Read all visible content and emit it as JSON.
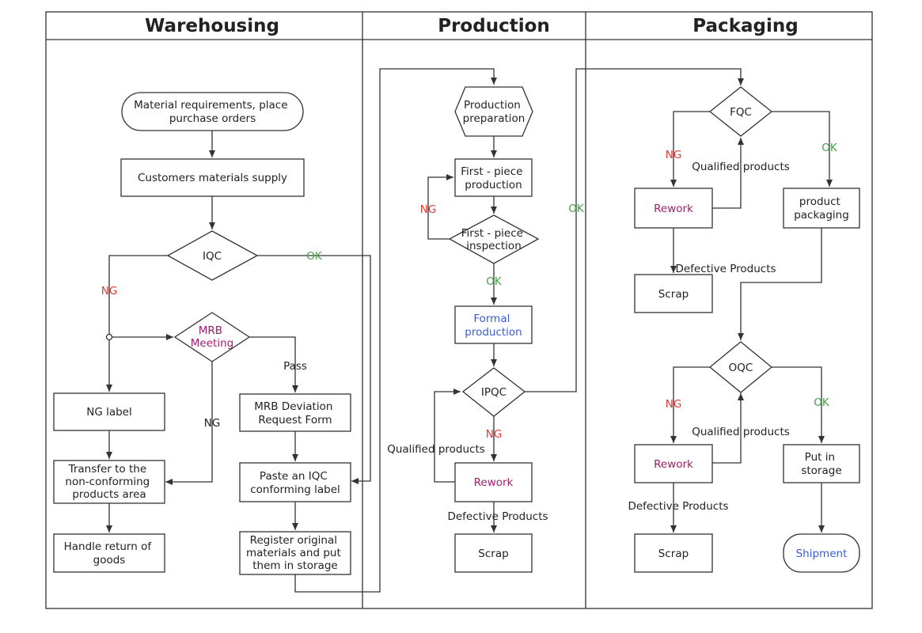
{
  "lanes": {
    "warehousing": "Warehousing",
    "production": "Production",
    "packaging": "Packaging"
  },
  "nodes": {
    "material_requirements": [
      "Material requirements, place",
      "purchase orders"
    ],
    "customers_supply": [
      "Customers materials supply"
    ],
    "iqc": [
      "IQC"
    ],
    "mrb_meeting": [
      "MRB",
      "Meeting"
    ],
    "ng_label": [
      "NG label"
    ],
    "mrb_deviation": [
      "MRB Deviation",
      "Request Form"
    ],
    "transfer_nonconforming": [
      "Transfer to the",
      "non-conforming",
      "products area"
    ],
    "paste_iqc_label": [
      "Paste an IQC",
      "conforming label"
    ],
    "handle_return": [
      "Handle return of",
      "goods"
    ],
    "register_materials": [
      "Register original",
      "materials and put",
      "them in storage"
    ],
    "production_prep": [
      "Production",
      "preparation"
    ],
    "first_piece_production": [
      "First - piece",
      "production"
    ],
    "first_piece_inspection": [
      "First - piece",
      "inspection"
    ],
    "formal_production": [
      "Formal",
      "production"
    ],
    "ipqc": [
      "IPQC"
    ],
    "rework_production": [
      "Rework"
    ],
    "scrap_production": [
      "Scrap"
    ],
    "fqc": [
      "FQC"
    ],
    "rework_fqc": [
      "Rework"
    ],
    "product_packaging": [
      "product",
      "packaging"
    ],
    "scrap_fqc": [
      "Scrap"
    ],
    "oqc": [
      "OQC"
    ],
    "rework_oqc": [
      "Rework"
    ],
    "put_in_storage": [
      "Put in",
      "storage"
    ],
    "scrap_oqc": [
      "Scrap"
    ],
    "shipment": [
      "Shipment"
    ]
  },
  "edge_labels": {
    "iqc_ok": "OK",
    "iqc_ng": "NG",
    "mrb_pass": "Pass",
    "mrb_ng": "NG",
    "first_piece_ng": "NG",
    "first_piece_ok": "OK",
    "ipqc_ok": "OK",
    "ipqc_ng": "NG",
    "ipqc_qualified": "Qualified products",
    "production_defective": "Defective Products",
    "fqc_ng": "NG",
    "fqc_ok": "OK",
    "fqc_qualified": "Qualified products",
    "fqc_defective": "Defective Products",
    "oqc_ng": "NG",
    "oqc_ok": "OK",
    "oqc_qualified": "Qualified products",
    "oqc_defective": "Defective Products"
  },
  "colors": {
    "ng": "#e53935",
    "ok": "#43a047",
    "rework": "#9c1f6b",
    "highlight": "#3a5bd9",
    "line": "#333333",
    "text": "#222222"
  }
}
